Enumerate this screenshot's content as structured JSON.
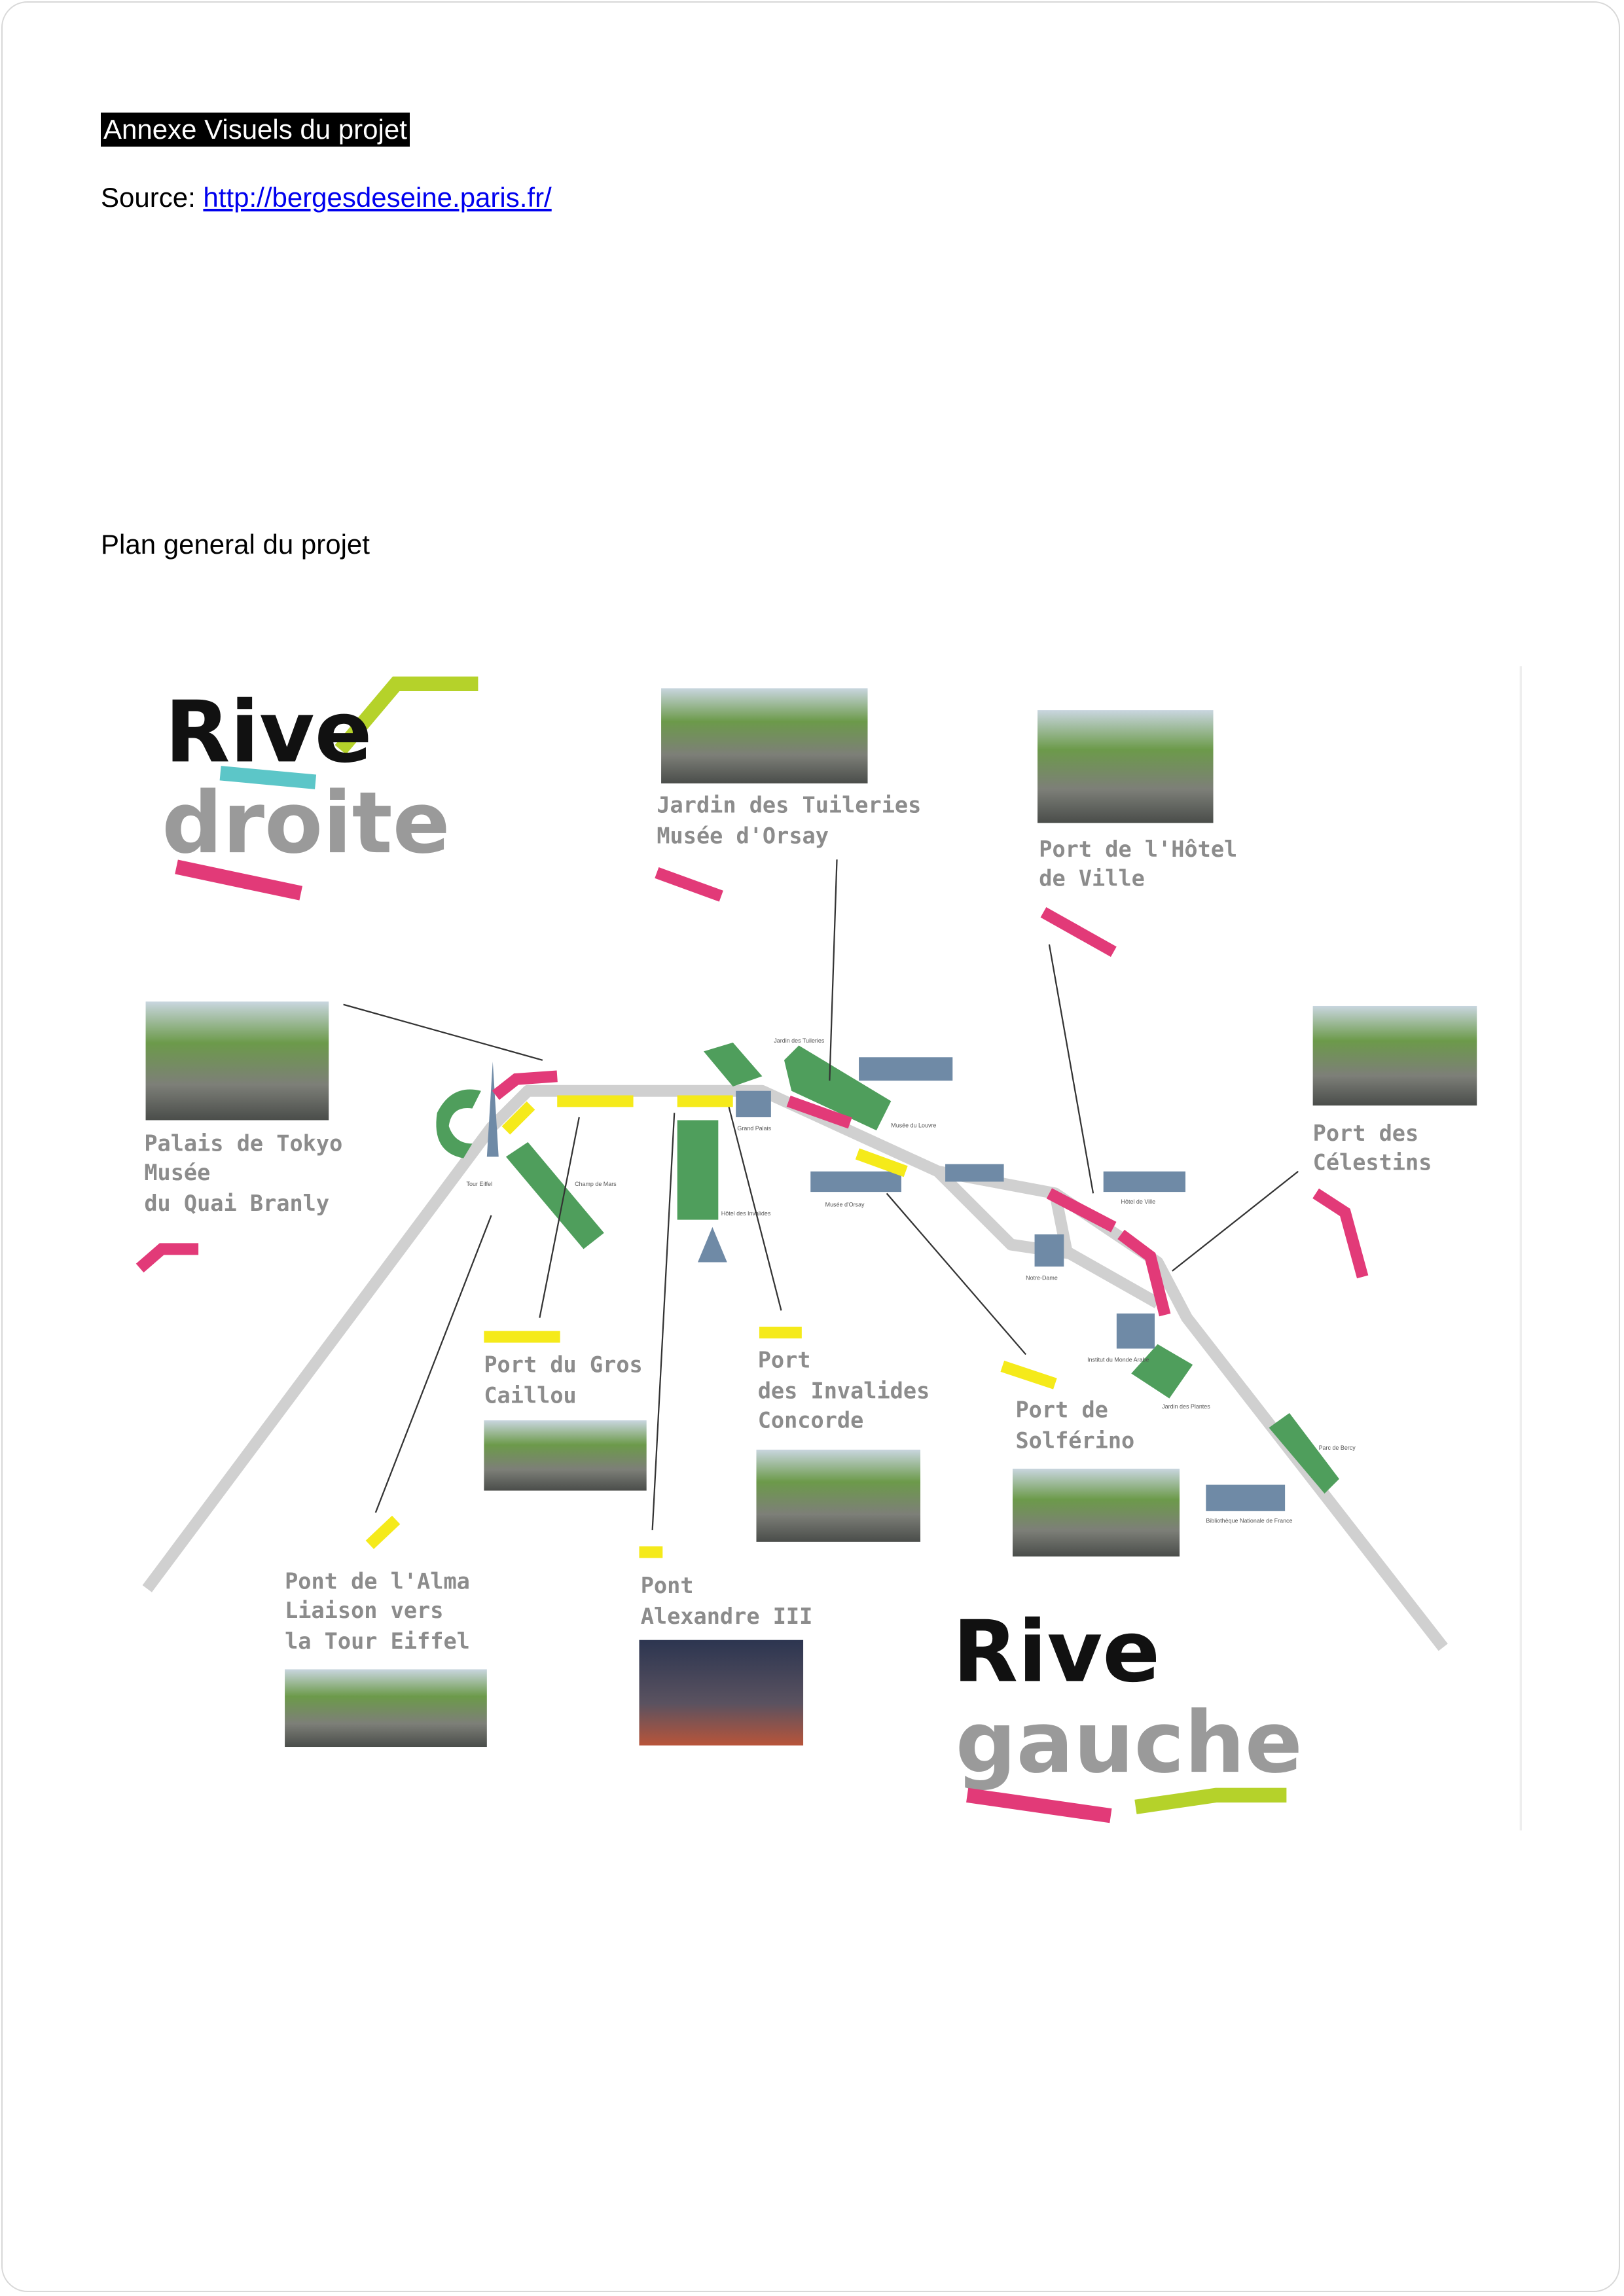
{
  "header": {
    "title": "Annexe Visuels du projet"
  },
  "source": {
    "label": "Source: ",
    "link": "http://bergesdeseine.paris.fr/"
  },
  "section_title": "Plan general du projet",
  "map": {
    "logos": {
      "rive_droite": [
        "Rive",
        "droite"
      ],
      "rive_gauche": [
        "Rive",
        "gauche"
      ]
    },
    "sites": {
      "tuileries": [
        "Jardin des Tuileries",
        "Musée d'Orsay"
      ],
      "hotel_de_ville": [
        "Port de l'Hôtel",
        "de Ville"
      ],
      "tokyo": [
        "Palais de Tokyo",
        "Musée",
        "du Quai Branly"
      ],
      "celestins": [
        "Port des",
        "Célestins"
      ],
      "gros_caillou": [
        "Port du Gros",
        "Caillou"
      ],
      "invalides": [
        "Port",
        "des Invalides",
        "Concorde"
      ],
      "solferino": [
        "Port de",
        "Solférino"
      ],
      "alma": [
        "Pont de l'Alma",
        "Liaison vers",
        "la Tour Eiffel"
      ],
      "alexandre": [
        "Pont",
        "Alexandre III"
      ]
    },
    "landmarks": [
      "Tour Eiffel",
      "Champ de Mars",
      "Jardin des Tuileries",
      "Grand Palais",
      "Hôtel des Invalides",
      "Musée du Louvre",
      "Musée d'Orsay",
      "Hôtel de Ville",
      "Notre-Dame",
      "Institut du Monde Arabe",
      "Jardin des Plantes",
      "Parc de Bercy",
      "Bibliothèque Nationale de France"
    ],
    "colors": {
      "river": "#d0d0d0",
      "pink": "#e23a78",
      "yellow": "#f5ea1a",
      "lime": "#b5d22a",
      "teal": "#5cc6c8",
      "park": "#4f9e5c",
      "building": "#6f8aa6"
    }
  }
}
